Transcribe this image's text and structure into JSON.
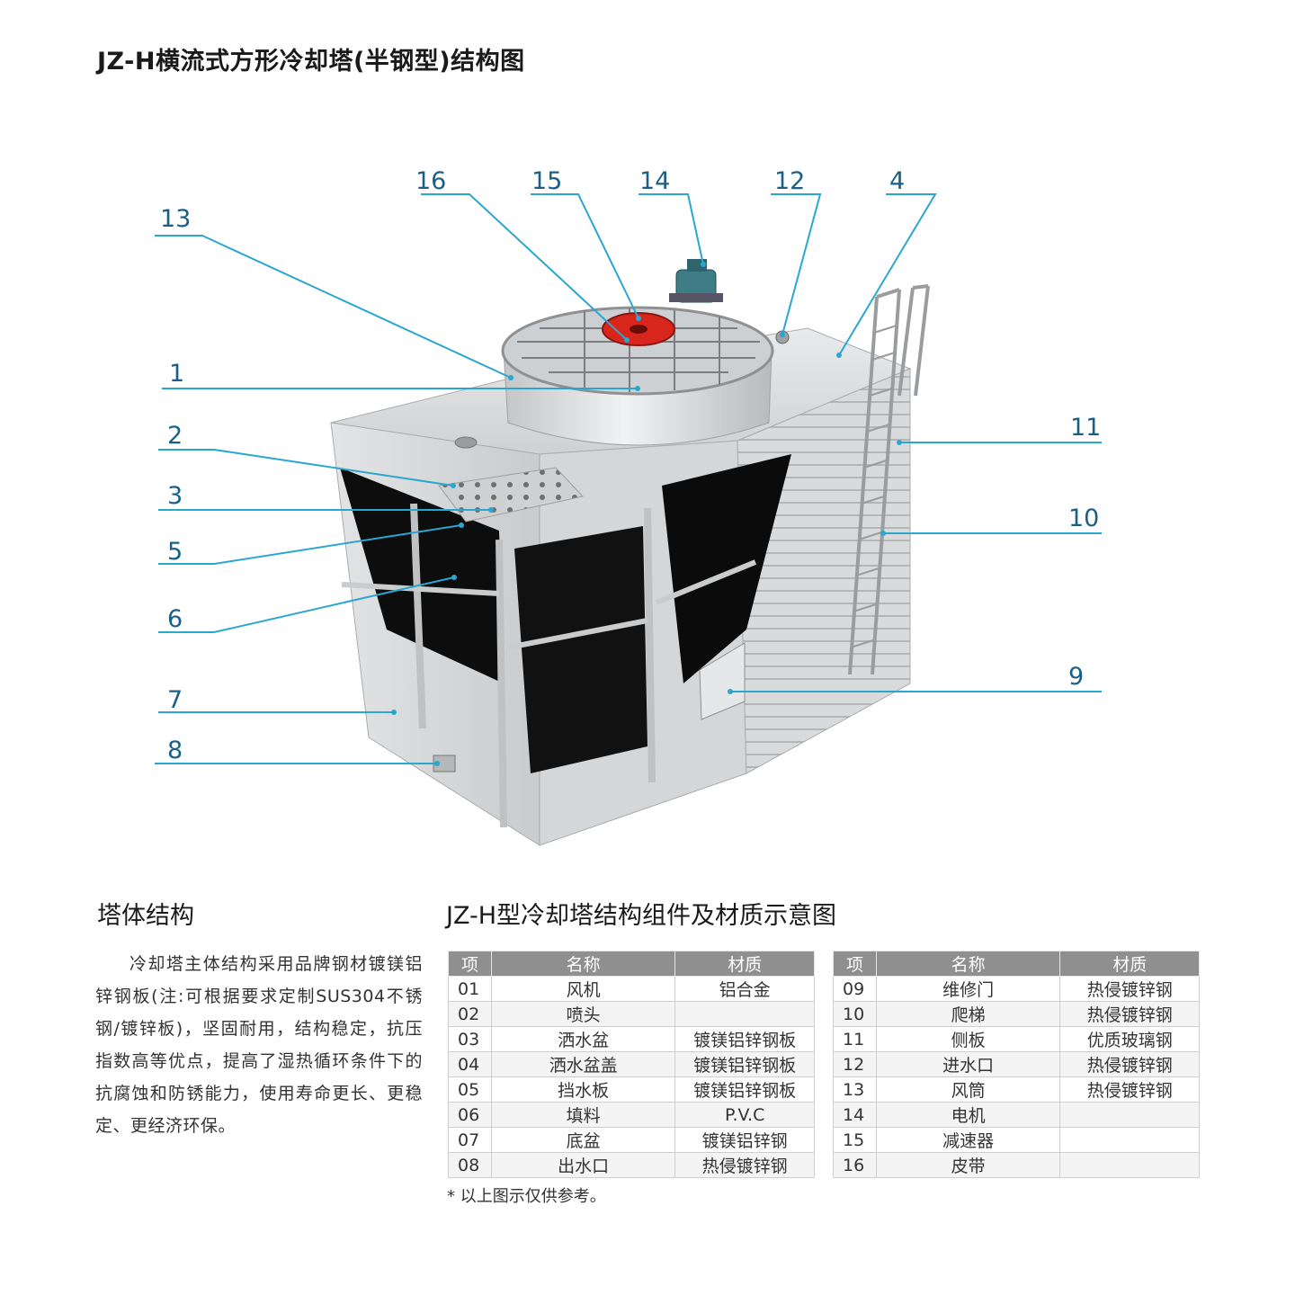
{
  "title": "JZ-H横流式方形冷却塔(半钢型)结构图",
  "callouts": [
    "16",
    "15",
    "14",
    "12",
    "4",
    "13",
    "1",
    "2",
    "3",
    "5",
    "6",
    "7",
    "8",
    "11",
    "10",
    "9"
  ],
  "colors": {
    "callout": "#1a5f86",
    "leader": "#2aa7cf",
    "header_bg": "#8f8f8f",
    "fan_hub": "#d9261c",
    "motor": "#3f7d86"
  },
  "structure": {
    "heading": "塔体结构",
    "body": "冷却塔主体结构采用品牌钢材镀镁铝锌钢板(注:可根据要求定制SUS304不锈钢/镀锌板)，坚固耐用，结构稳定，抗压指数高等优点，提高了湿热循环条件下的抗腐蚀和防锈能力，使用寿命更长、更稳定、更经济环保。"
  },
  "table_title": "JZ-H型冷却塔结构组件及材质示意图",
  "table_headers": [
    "项",
    "名称",
    "材质"
  ],
  "parts_left": [
    {
      "no": "01",
      "name": "风机",
      "material": "铝合金"
    },
    {
      "no": "02",
      "name": "喷头",
      "material": ""
    },
    {
      "no": "03",
      "name": "洒水盆",
      "material": "镀镁铝锌钢板"
    },
    {
      "no": "04",
      "name": "洒水盆盖",
      "material": "镀镁铝锌钢板"
    },
    {
      "no": "05",
      "name": "挡水板",
      "material": "镀镁铝锌钢板"
    },
    {
      "no": "06",
      "name": "填料",
      "material": "P.V.C"
    },
    {
      "no": "07",
      "name": "底盆",
      "material": "镀镁铝锌钢"
    },
    {
      "no": "08",
      "name": "出水口",
      "material": "热侵镀锌钢"
    }
  ],
  "parts_right": [
    {
      "no": "09",
      "name": "维修门",
      "material": "热侵镀锌钢"
    },
    {
      "no": "10",
      "name": "爬梯",
      "material": "热侵镀锌钢"
    },
    {
      "no": "11",
      "name": "侧板",
      "material": "优质玻璃钢"
    },
    {
      "no": "12",
      "name": "进水口",
      "material": "热侵镀锌钢"
    },
    {
      "no": "13",
      "name": "风筒",
      "material": "热侵镀锌钢"
    },
    {
      "no": "14",
      "name": "电机",
      "material": ""
    },
    {
      "no": "15",
      "name": "减速器",
      "material": ""
    },
    {
      "no": "16",
      "name": "皮带",
      "material": ""
    }
  ],
  "footnote": "* 以上图示仅供参考。"
}
